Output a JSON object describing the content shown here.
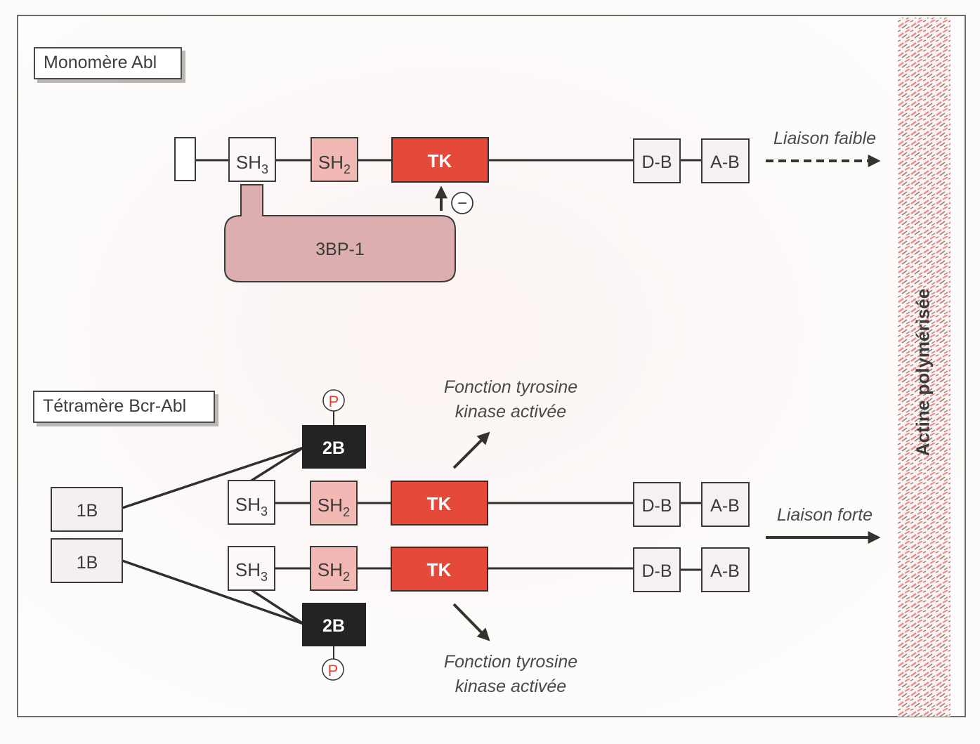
{
  "colors": {
    "tk_fill": "#e5493a",
    "sh2_fill": "#f2b8b3",
    "bp_fill": "#dcaeb0",
    "dark_box": "#232323",
    "phospho": "#e8402e",
    "actin_red": "#e98c8a",
    "actin_grey": "#8a7f7e"
  },
  "monomer": {
    "title": "Monomère Abl",
    "domains": {
      "sh3": {
        "main": "SH",
        "sub": "3"
      },
      "sh2": {
        "main": "SH",
        "sub": "2"
      },
      "tk": "TK",
      "db": "D-B",
      "ab": "A-B"
    },
    "inhibitor": "3BP-1",
    "inhibition_sign": "−",
    "binding_label": "Liaison faible"
  },
  "tetramer": {
    "title": "Tétramère Bcr-Abl",
    "bcr_1b": "1B",
    "bcr_2b": "2B",
    "phospho": "P",
    "domains": {
      "sh3": {
        "main": "SH",
        "sub": "3"
      },
      "sh2": {
        "main": "SH",
        "sub": "2"
      },
      "tk": "TK",
      "db": "D-B",
      "ab": "A-B"
    },
    "activation_top": [
      "Fonction tyrosine",
      "kinase activée"
    ],
    "activation_bottom": [
      "Fonction tyrosine",
      "kinase activée"
    ],
    "binding_label": "Liaison forte"
  },
  "actin": {
    "label": "Actine polymérisée"
  }
}
